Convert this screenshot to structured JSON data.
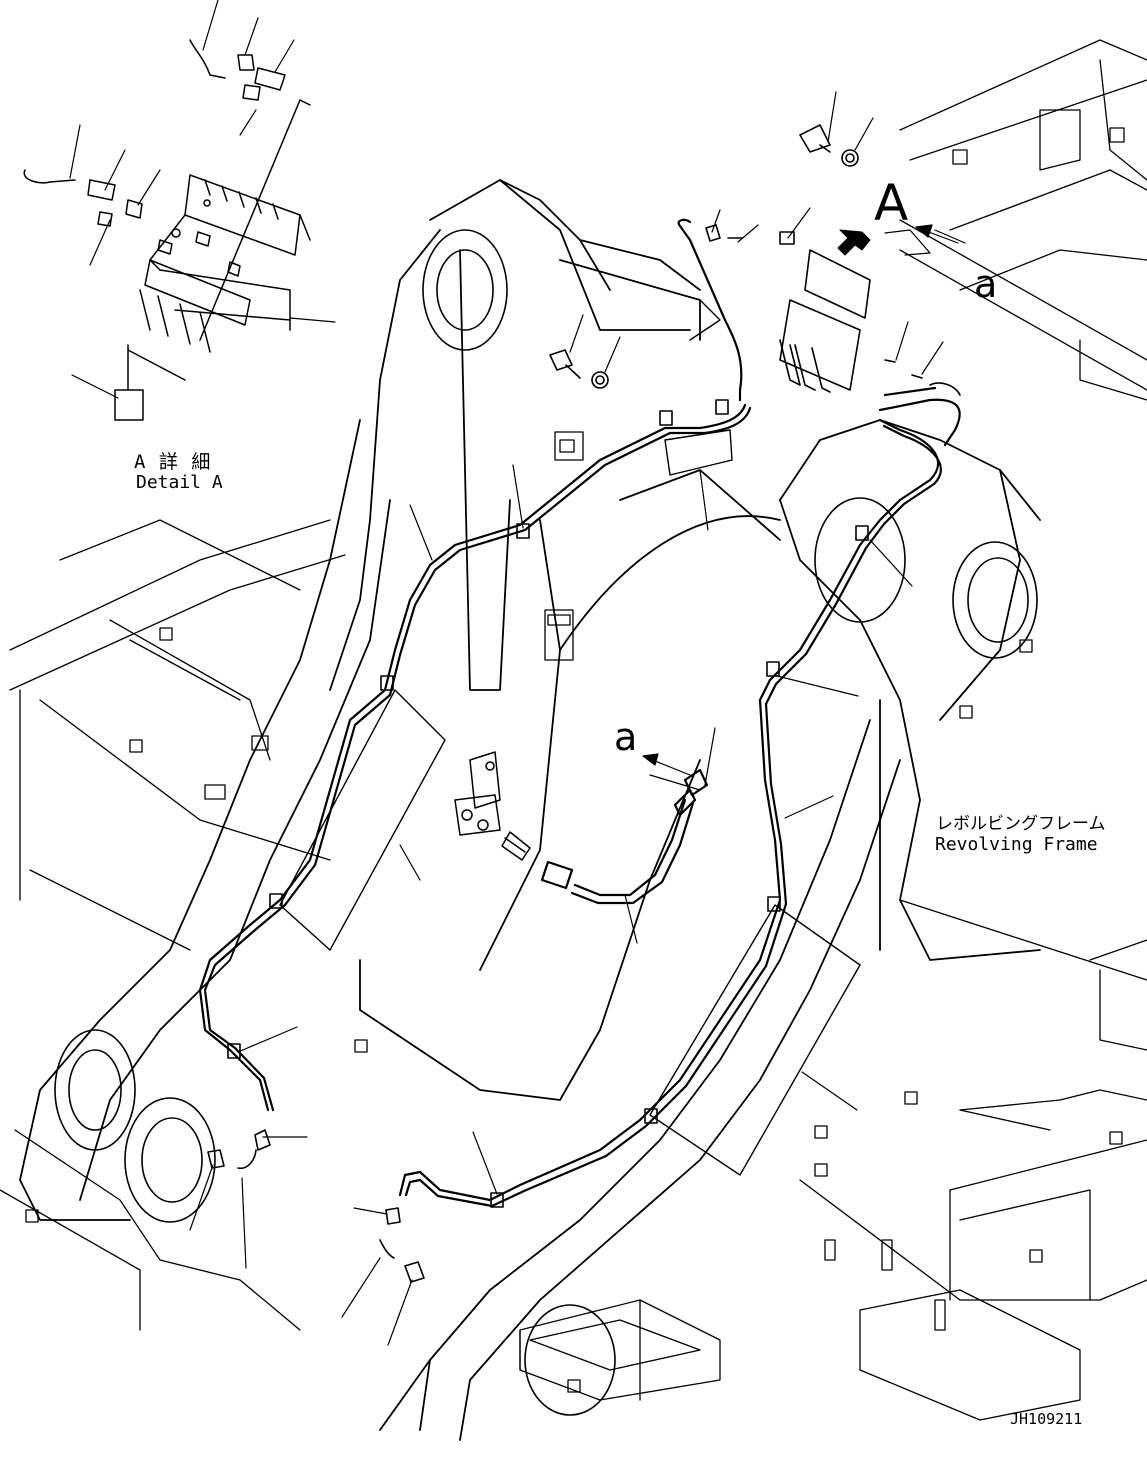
{
  "detail_title_ja": "A 詳 細",
  "detail_title_en": "Detail A",
  "view_letter": "A",
  "arrow_letter_top": "a",
  "arrow_letter_mid": "a",
  "frame_label_ja": "レボルビングフレーム",
  "frame_label_en": "Revolving Frame",
  "drawing_number": "JH109211"
}
